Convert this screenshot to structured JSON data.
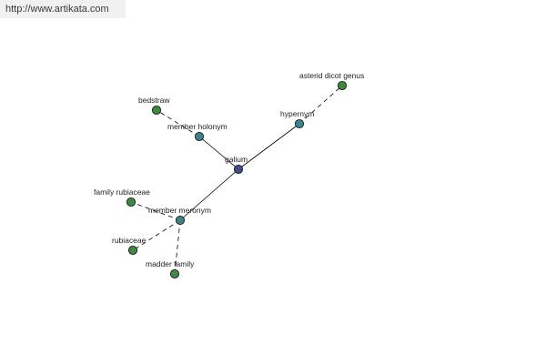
{
  "watermark": "http://www.artikata.com",
  "colors": {
    "center": "#3f4d8a",
    "relation": "#3d8488",
    "leaf": "#3f8a3f"
  },
  "graph": {
    "nodes": [
      {
        "id": "galium",
        "label": "galium",
        "kind": "center"
      },
      {
        "id": "hypernym",
        "label": "hypernym",
        "kind": "relation"
      },
      {
        "id": "member-holonym",
        "label": "member holonym",
        "kind": "relation"
      },
      {
        "id": "member-meronym",
        "label": "member meronym",
        "kind": "relation"
      },
      {
        "id": "asterid-dicot-genus",
        "label": "asterid dicot genus",
        "kind": "leaf"
      },
      {
        "id": "bedstraw",
        "label": "bedstraw",
        "kind": "leaf"
      },
      {
        "id": "family-rubiaceae",
        "label": "family rubiaceae",
        "kind": "leaf"
      },
      {
        "id": "rubiaceae",
        "label": "rubiaceae",
        "kind": "leaf"
      },
      {
        "id": "madder-family",
        "label": "madder family",
        "kind": "leaf"
      }
    ],
    "edges": [
      {
        "from": "galium",
        "to": "hypernym",
        "style": "solid"
      },
      {
        "from": "galium",
        "to": "member-holonym",
        "style": "solid"
      },
      {
        "from": "galium",
        "to": "member-meronym",
        "style": "solid"
      },
      {
        "from": "hypernym",
        "to": "asterid-dicot-genus",
        "style": "dashed"
      },
      {
        "from": "member-holonym",
        "to": "bedstraw",
        "style": "dashed"
      },
      {
        "from": "member-meronym",
        "to": "family-rubiaceae",
        "style": "dashed"
      },
      {
        "from": "member-meronym",
        "to": "rubiaceae",
        "style": "dashed"
      },
      {
        "from": "member-meronym",
        "to": "madder-family",
        "style": "dashed"
      }
    ]
  }
}
